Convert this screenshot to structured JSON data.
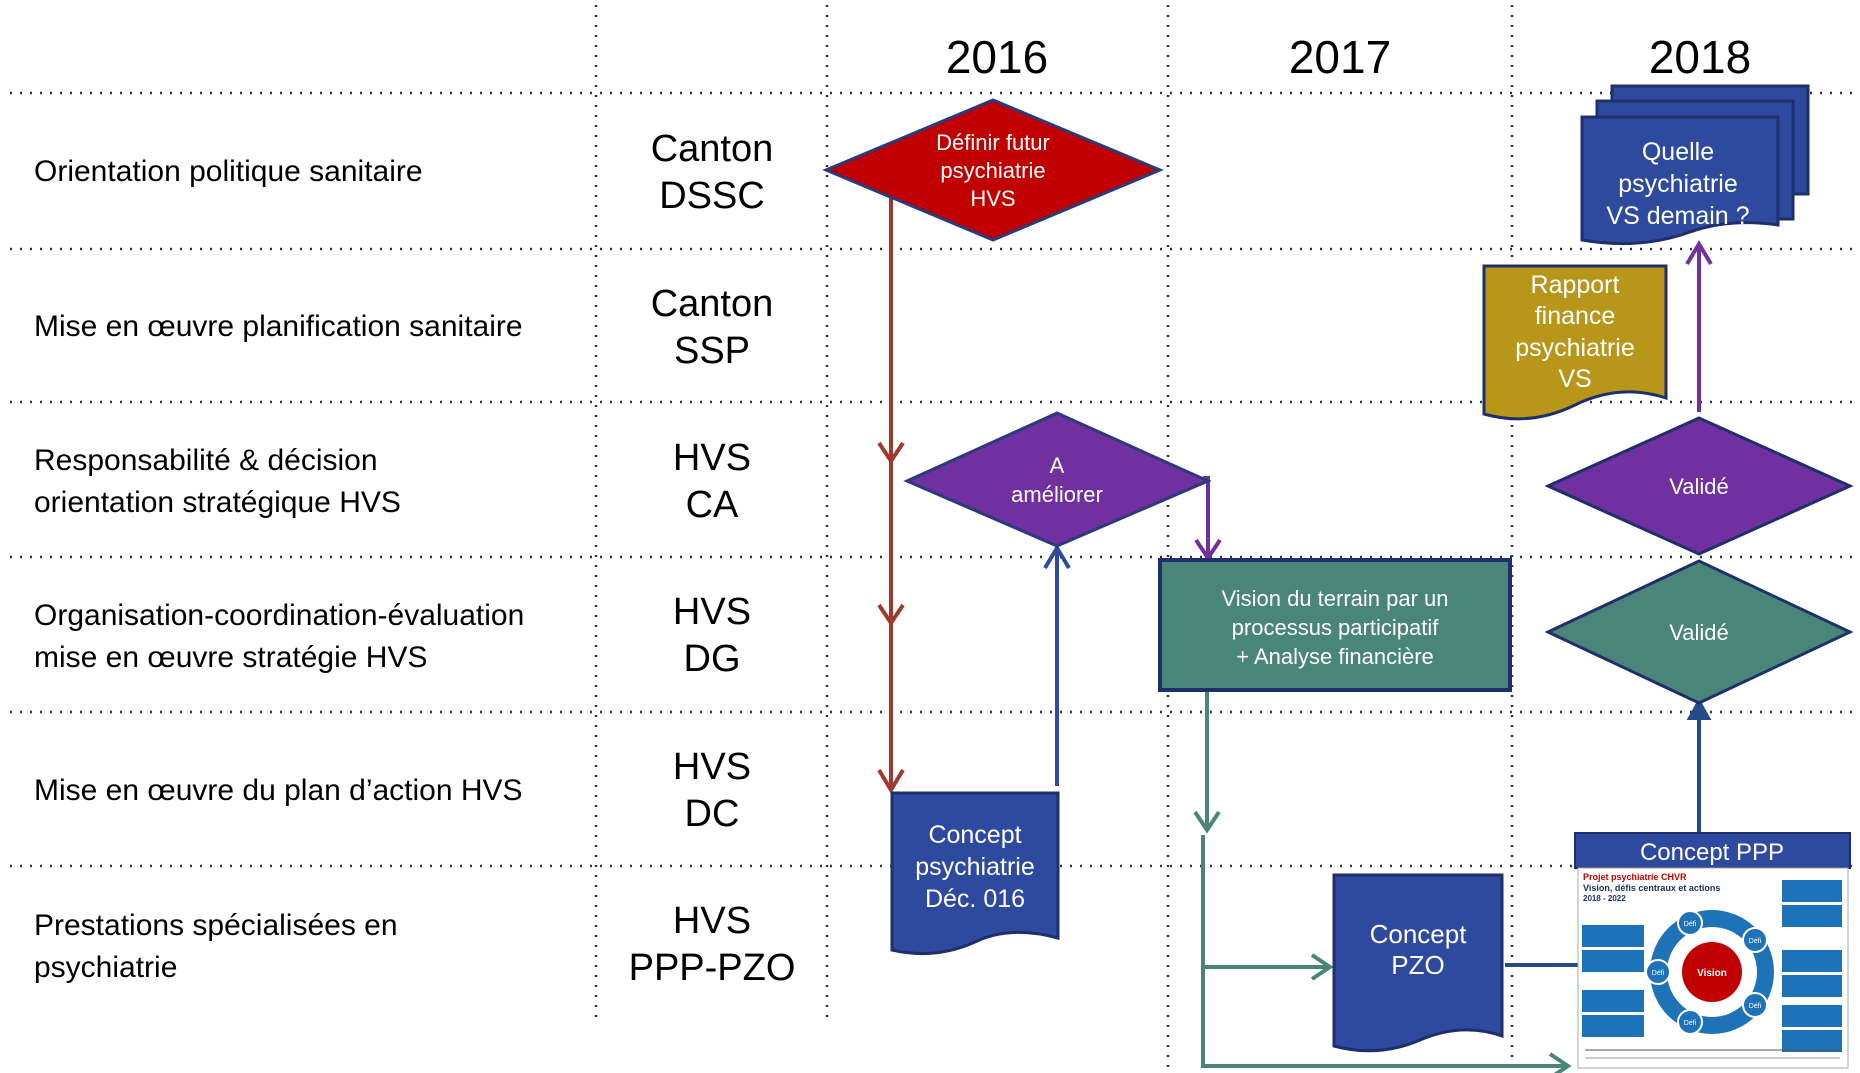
{
  "years": [
    "2016",
    "2017",
    "2018"
  ],
  "lanes": [
    {
      "line1": "Orientation politique sanitaire",
      "line2": "",
      "actor1": "Canton",
      "actor2": "DSSC"
    },
    {
      "line1": "Mise en œuvre planification sanitaire",
      "line2": "",
      "actor1": "Canton",
      "actor2": "SSP"
    },
    {
      "line1": "Responsabilité & décision",
      "line2": "orientation stratégique HVS",
      "actor1": "HVS",
      "actor2": "CA"
    },
    {
      "line1": "Organisation-coordination-évaluation",
      "line2": "mise en œuvre stratégie HVS",
      "actor1": "HVS",
      "actor2": "DG"
    },
    {
      "line1": "Mise en œuvre du plan d’action HVS",
      "line2": "",
      "actor1": "HVS",
      "actor2": "DC"
    },
    {
      "line1": "Prestations spécialisées en",
      "line2": "psychiatrie",
      "actor1": "HVS",
      "actor2": "PPP-PZO"
    }
  ],
  "nodes": {
    "definir": [
      "Définir futur",
      "psychiatrie",
      "HVS"
    ],
    "ameliorer": [
      "A",
      "améliorer"
    ],
    "concept_psy": [
      "Concept",
      "psychiatrie",
      "Déc. 016"
    ],
    "vision": [
      "Vision du terrain par un",
      "processus participatif",
      "+ Analyse financière"
    ],
    "concept_pzo": [
      "Concept",
      "PZO"
    ],
    "concept_ppp": "Concept PPP",
    "valide_ca": "Validé",
    "valide_dg": "Validé",
    "rapport": [
      "Rapport",
      "finance",
      "psychiatrie",
      "VS"
    ],
    "quelle": [
      "Quelle",
      "psychiatrie",
      "VS demain ?"
    ]
  },
  "thumbnail": {
    "title": "Projet psychiatrie CHVR",
    "subtitle1": "Vision, défis centraux et actions",
    "subtitle2": "2018 - 2022",
    "center": "Vision",
    "segments": [
      "Défi",
      "Défi",
      "Défi",
      "Défi",
      "Défi"
    ]
  },
  "colors": {
    "red": "#c00000",
    "purple": "#7030a0",
    "blue": "#2e4a9e",
    "teal": "#4a8579",
    "gold": "#b8961a",
    "brownArrow": "#a0382e",
    "tealArrow": "#4a8579",
    "navyArrow": "#254c88"
  }
}
